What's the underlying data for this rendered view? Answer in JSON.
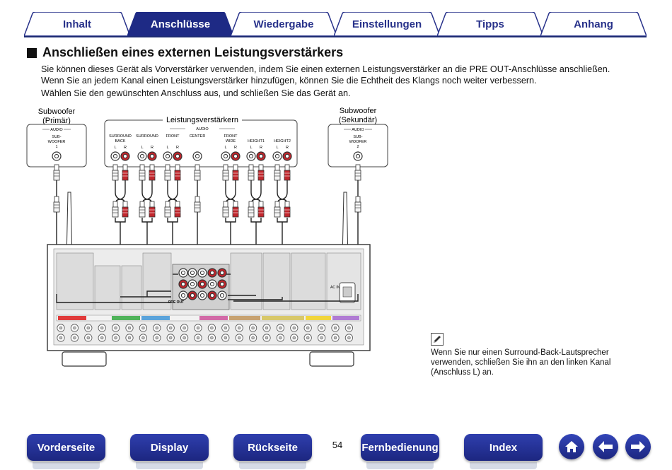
{
  "tabs": [
    {
      "label": "Inhalt",
      "active": false
    },
    {
      "label": "Anschlüsse",
      "active": true
    },
    {
      "label": "Wiedergabe",
      "active": false
    },
    {
      "label": "Einstellungen",
      "active": false
    },
    {
      "label": "Tipps",
      "active": false
    },
    {
      "label": "Anhang",
      "active": false
    }
  ],
  "section": {
    "title": "Anschließen eines externen Leistungsverstärkers",
    "paragraph1": "Sie können dieses Gerät als Vorverstärker verwenden, indem Sie einen externen Leistungsverstärker an die PRE OUT-Anschlüsse anschließen.",
    "paragraph1b": "Wenn Sie an jedem Kanal einen Leistungsverstärker hinzufügen, können Sie die Echtheit des Klangs noch weiter verbessern.",
    "paragraph2": "Wählen Sie den gewünschten Anschluss aus, und schließen Sie das Gerät an."
  },
  "diagram": {
    "sub1": {
      "title1": "Subwoofer",
      "title2": "(Primär)",
      "audio": "AUDIO",
      "label": "SUB-\nWOOFER",
      "num": "1"
    },
    "sub2": {
      "title1": "Subwoofer",
      "title2": "(Sekundär)",
      "audio": "AUDIO",
      "label": "SUB-\nWOOFER",
      "num": "2"
    },
    "amp": {
      "title": "Leistungsverstärkern",
      "audio": "AUDIO",
      "groups": [
        {
          "line1": "SURROUND",
          "line2": "BACK",
          "L": "L",
          "R": "R"
        },
        {
          "line1": "SURROUND",
          "line2": "",
          "L": "L",
          "R": "R"
        },
        {
          "line1": "FRONT",
          "line2": "",
          "L": "L",
          "R": "R"
        },
        {
          "line1": "CENTER",
          "line2": "",
          "L": "",
          "R": ""
        },
        {
          "line1": "FRONT",
          "line2": "WIDE",
          "L": "L",
          "R": "R"
        },
        {
          "line1": "HEIGHT1",
          "line2": "",
          "L": "L",
          "R": "R"
        },
        {
          "line1": "HEIGHT2",
          "line2": "",
          "L": "L",
          "R": "R"
        }
      ]
    },
    "receiver": {
      "pre_out_label": "PRE OUT",
      "ac_in_label": "AC IN"
    }
  },
  "note": {
    "icon": "pencil-icon",
    "text": "Wenn Sie nur einen Surround-Back-Lautsprecher verwenden, schließen Sie ihn an den linken Kanal (Anschluss L) an."
  },
  "footer": {
    "buttons": [
      "Vorderseite",
      "Display",
      "Rückseite",
      "Fernbedienung",
      "Index"
    ],
    "page_number": "54",
    "home_icon": "home-icon",
    "back_icon": "arrow-left-icon",
    "forward_icon": "arrow-right-icon"
  }
}
